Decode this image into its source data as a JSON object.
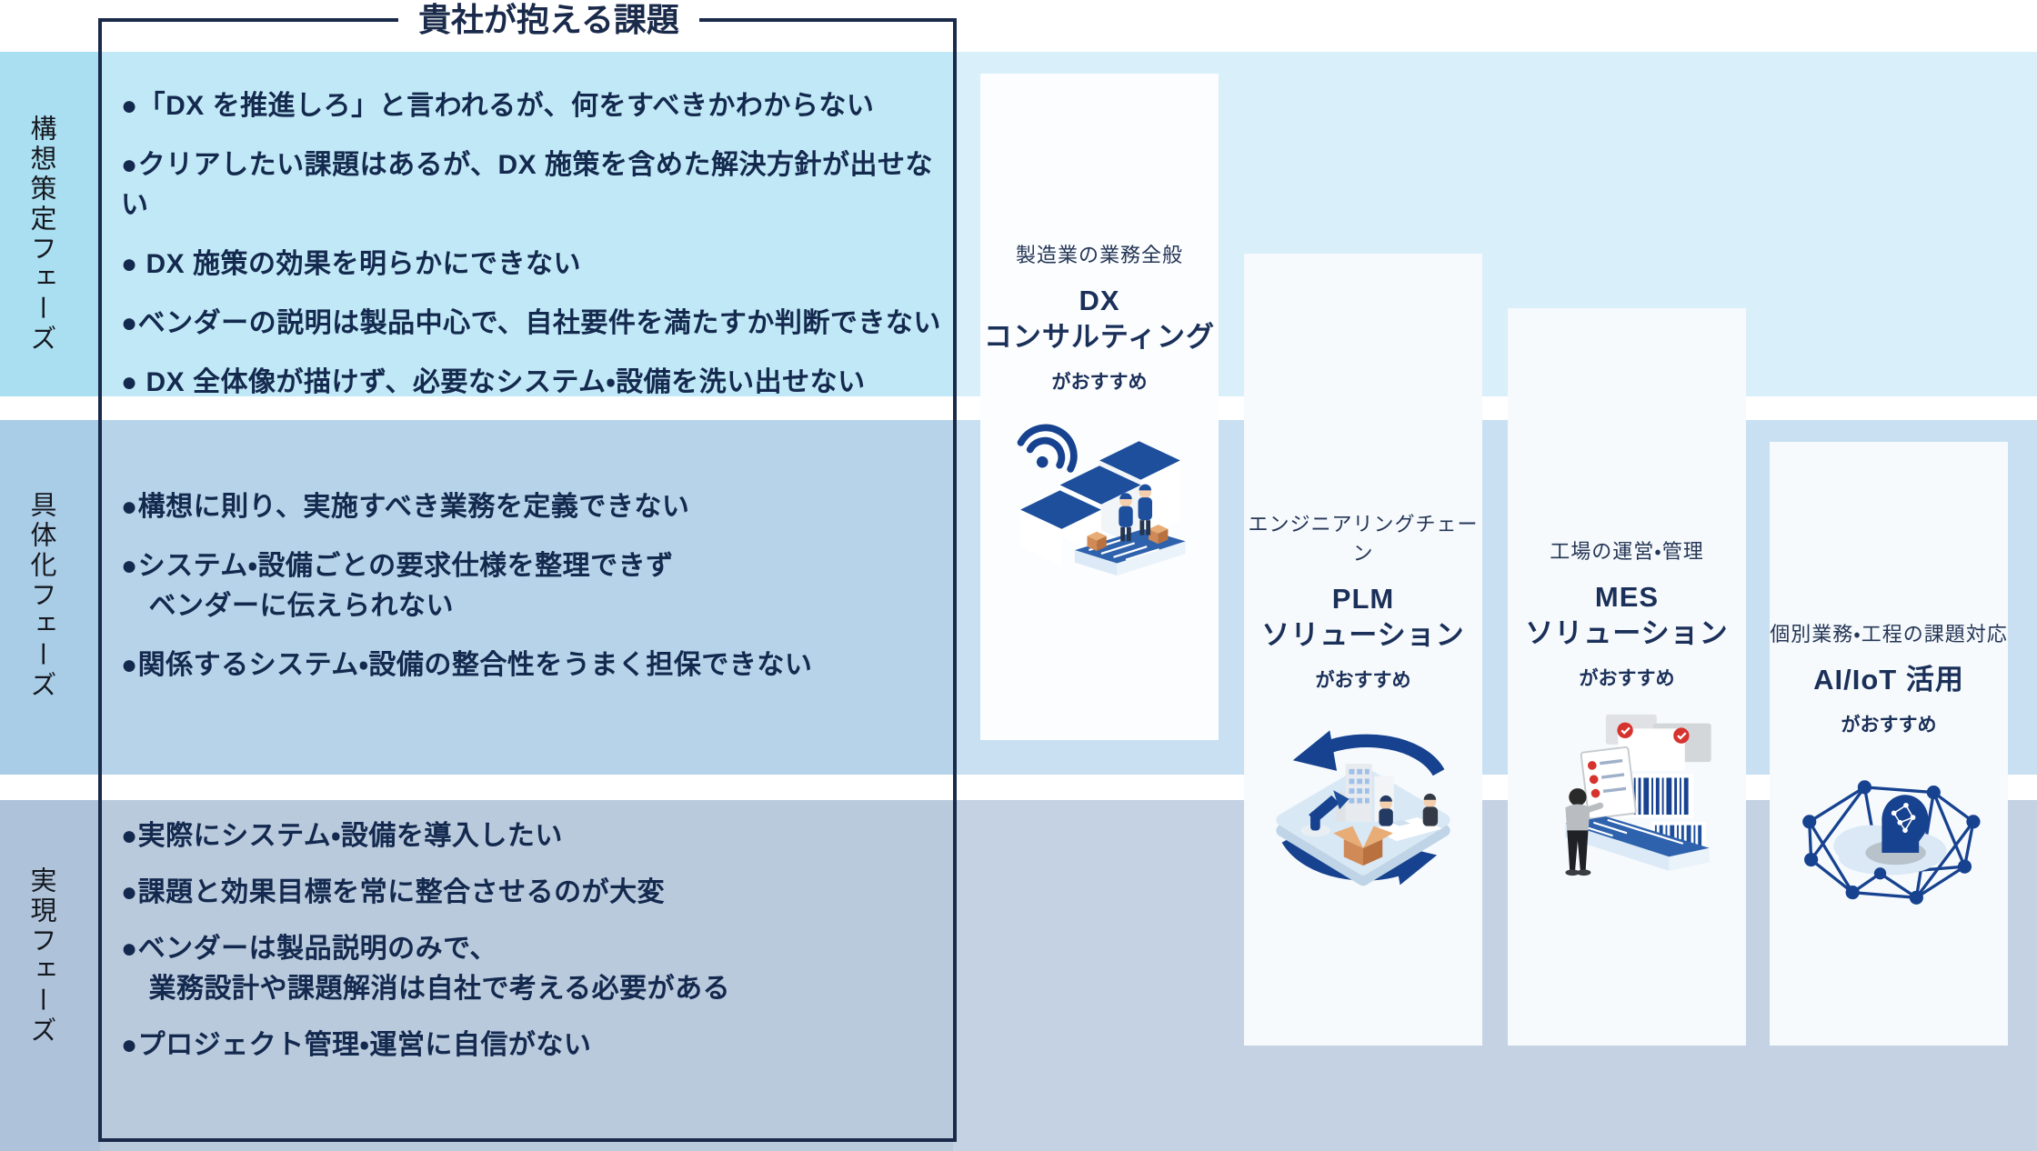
{
  "title": "貴社が抱える課題",
  "phases": [
    {
      "label": "構想策定フェーズ",
      "items": [
        "●「DX を推進しろ」と言われるが、何をすべきかわからない",
        "●クリアしたい課題はあるが、DX 施策を含めた解決方針が出せない",
        "● DX 施策の効果を明らかにできない",
        "●ベンダーの説明は製品中心で、自社要件を満たすか判断できない",
        "● DX 全体像が描けず、必要なシステム・設備を洗い出せない"
      ]
    },
    {
      "label": "具体化フェーズ",
      "items": [
        "●構想に則り、実施すべき業務を定義できない",
        "●システム・設備ごとの要求仕様を整理できず\n　ベンダーに伝えられない",
        "●関係するシステム・設備の整合性をうまく担保できない"
      ]
    },
    {
      "label": "実現フェーズ",
      "items": [
        "●実際にシステム・設備を導入したい",
        "●課題と効果目標を常に整合させるのが大変",
        "●ベンダーは製品説明のみで、\n　業務設計や課題解消は自社で考える必要がある",
        "●プロジェクト管理・運営に自信がない"
      ]
    }
  ],
  "solutions": [
    {
      "category": "製造業の業務全般",
      "name": "DX\nコンサルティング",
      "suffix": "がおすすめ",
      "icon": "factory-wifi-icon"
    },
    {
      "category": "エンジニアリングチェーン",
      "name": "PLM\nソリューション",
      "suffix": "がおすすめ",
      "icon": "plm-cycle-icon"
    },
    {
      "category": "工場の運営・管理",
      "name": "MES\nソリューション",
      "suffix": "がおすすめ",
      "icon": "mes-inspection-icon"
    },
    {
      "category": "個別業務・工程の課題対応",
      "name": "AI/IoT 活用",
      "suffix": "がおすすめ",
      "icon": "ai-iot-network-icon"
    }
  ],
  "colors": {
    "accent_navy": "#1a2a4a",
    "bullet_text": "#14294e",
    "row1": {
      "label": "#aadff2",
      "inner": "#c0e8f6",
      "right": "#d9effa"
    },
    "row2": {
      "label": "#a9cce7",
      "inner": "#b6d3e9",
      "right": "#c8e0f1"
    },
    "row3": {
      "label": "#aec2da",
      "inner": "#b9cadd",
      "right": "#c4d2e4"
    },
    "card_bg": "#f6fafd",
    "card1_bg": "#fbfdff",
    "icon_blue": "#17428f",
    "icon_mid_blue": "#2e62ad",
    "icon_light_blue": "#d9e8f5",
    "badge_red": "#d6332e",
    "carton_tan": "#d08a57"
  }
}
